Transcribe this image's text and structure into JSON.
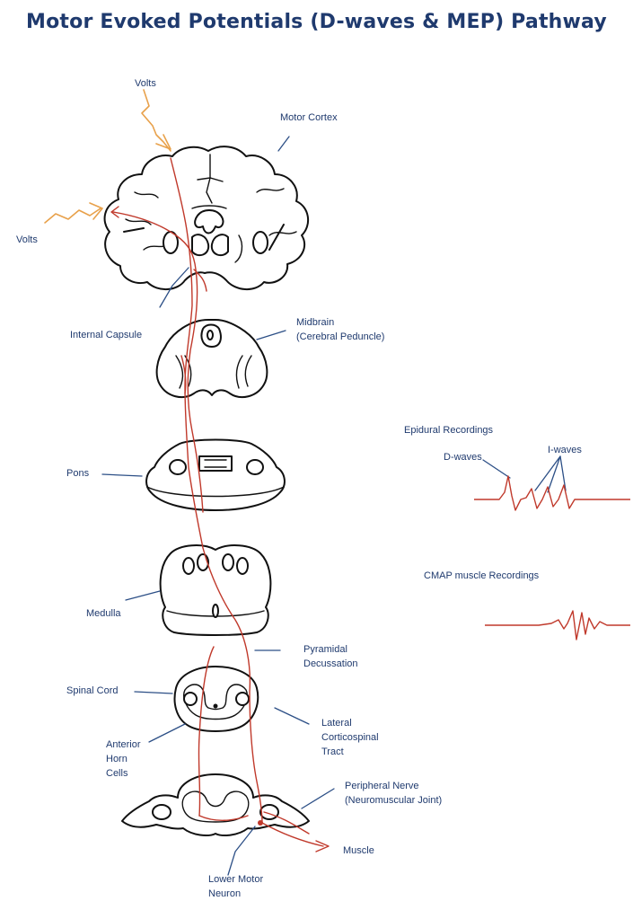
{
  "title": "Motor Evoked Potentials (D-waves & MEP) Pathway",
  "labels": {
    "volts_top": "Volts",
    "volts_left": "Volts",
    "motor_cortex": "Motor Cortex",
    "internal_capsule": "Internal Capsule",
    "midbrain_1": "Midbrain",
    "midbrain_2": "(Cerebral Peduncle)",
    "pons": "Pons",
    "medulla": "Medulla",
    "pyramidal_1": "Pyramidal",
    "pyramidal_2": "Decussation",
    "spinal_cord": "Spinal Cord",
    "lateral_1": "Lateral",
    "lateral_2": "Corticospinal",
    "lateral_3": "Tract",
    "anterior_1": "Anterior",
    "anterior_2": "Horn",
    "anterior_3": "Cells",
    "peripheral_1": "Peripheral Nerve",
    "peripheral_2": "(Neuromuscular Joint)",
    "muscle": "Muscle",
    "lmn_1": "Lower Motor",
    "lmn_2": "Neuron",
    "epidural": "Epidural Recordings",
    "d_waves": "D-waves",
    "i_waves": "I-waves",
    "cmap": "CMAP muscle Recordings"
  },
  "colors": {
    "title": "#1f3a6e",
    "label": "#1f3a6e",
    "pathway": "#c0392b",
    "stimulus": "#e8a14b",
    "outline": "#111111"
  }
}
